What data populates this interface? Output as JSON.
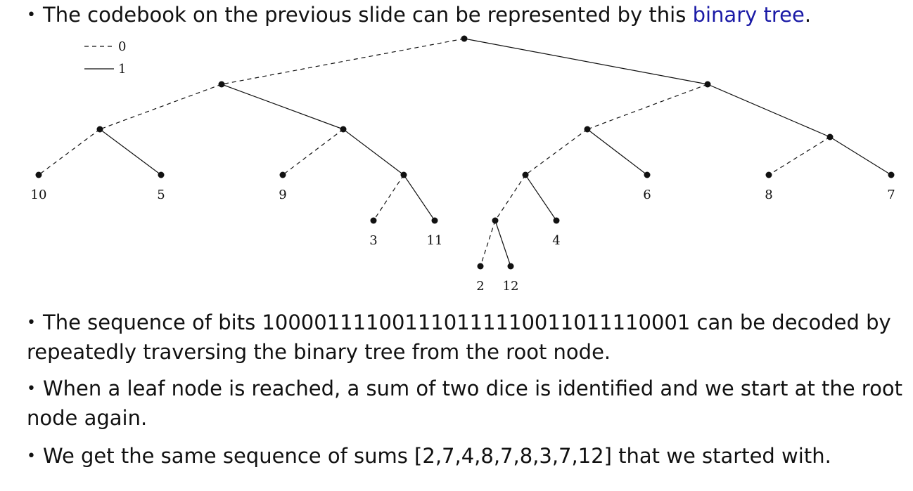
{
  "intro": {
    "bullet": "•",
    "text_before": "The codebook on the previous slide can be represented by this ",
    "link_text": "binary tree",
    "text_after": "."
  },
  "legend": [
    {
      "style": "dashed",
      "label": "0"
    },
    {
      "style": "solid",
      "label": "1"
    }
  ],
  "tree": {
    "edges": [
      [
        "root",
        "n0",
        0
      ],
      [
        "root",
        "n1",
        1
      ],
      [
        "n0",
        "n00",
        0
      ],
      [
        "n0",
        "n01",
        1
      ],
      [
        "n00",
        "L10",
        0
      ],
      [
        "n00",
        "L5",
        1
      ],
      [
        "n01",
        "L9",
        0
      ],
      [
        "n01",
        "n011",
        1
      ],
      [
        "n011",
        "L3",
        0
      ],
      [
        "n011",
        "L11",
        1
      ],
      [
        "n1",
        "n10",
        0
      ],
      [
        "n1",
        "n11",
        1
      ],
      [
        "n10",
        "n100",
        0
      ],
      [
        "n10",
        "L6",
        1
      ],
      [
        "n100",
        "n1000",
        0
      ],
      [
        "n100",
        "L4",
        1
      ],
      [
        "n1000",
        "L2",
        0
      ],
      [
        "n1000",
        "L12",
        1
      ],
      [
        "n11",
        "L8",
        0
      ],
      [
        "n11",
        "L7",
        1
      ]
    ],
    "leaf_labels": {
      "L10": "10",
      "L5": "5",
      "L9": "9",
      "L3": "3",
      "L11": "11",
      "L6": "6",
      "L4": "4",
      "L2": "2",
      "L12": "12",
      "L8": "8",
      "L7": "7"
    }
  },
  "paragraphs": [
    {
      "bullet": "•",
      "line1": "The sequence of bits 100001111001110111110011011110001 can be decoded by",
      "line2": "repeatedly traversing the binary tree from the root node."
    },
    {
      "bullet": "•",
      "line1": "When a leaf node is reached, a sum of two dice is identified and we start at the root",
      "line2": "node again."
    },
    {
      "bullet": "•",
      "line1": "We get the same sequence of sums [2,7,4,8,7,8,3,7,12] that we started with."
    }
  ]
}
